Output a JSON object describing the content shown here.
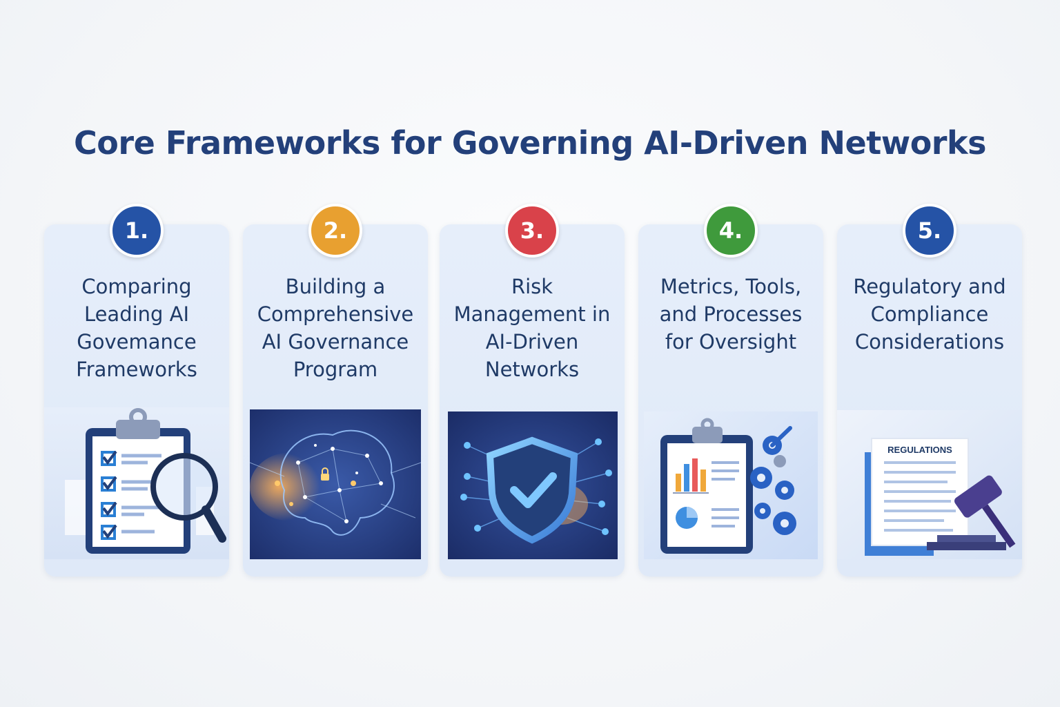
{
  "title": "Core Frameworks for Governing AI-Driven Networks",
  "cards": [
    {
      "number": "1.",
      "badge_color": "#2553a6",
      "title": "Comparing\nLeading AI\nGovemance\nFrameworks",
      "icon": "clipboard-checklist-magnifier-icon"
    },
    {
      "number": "2.",
      "badge_color": "#e8a030",
      "title": "Building a\nComprehensive\nAI Governance\nProgram",
      "icon": "neural-brain-network-icon"
    },
    {
      "number": "3.",
      "badge_color": "#d9424a",
      "title": "Risk\nManagement in\nAI-Driven\nNetworks",
      "icon": "shield-checkmark-icon"
    },
    {
      "number": "4.",
      "badge_color": "#3f9a3c",
      "title": "Metrics, Tools,\nand Processes\nfor Oversight",
      "icon": "clipboard-charts-gears-icon"
    },
    {
      "number": "5.",
      "badge_color": "#2553a6",
      "title": "Regulatory and\nCompliance\nConsiderations",
      "icon": "regulations-document-gavel-icon",
      "image_label": "REGULATIONS"
    }
  ]
}
